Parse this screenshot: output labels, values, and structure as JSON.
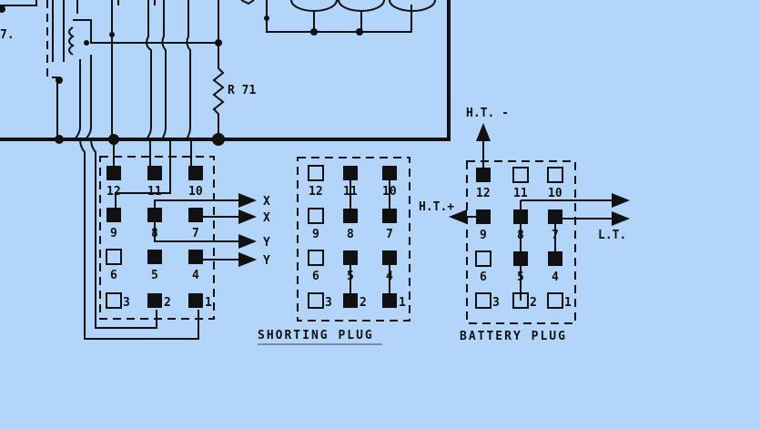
{
  "diagram": {
    "partial_label": "7.",
    "resistor_label": "R 71",
    "output_labels": [
      "X",
      "X",
      "Y",
      "Y"
    ],
    "left_plug_pins": [
      "12",
      "11",
      "10",
      "9",
      "8",
      "7",
      "6",
      "5",
      "4",
      "3",
      "2",
      "1"
    ],
    "shorting_plug": {
      "title": "SHORTING PLUG",
      "pins": [
        "12",
        "11",
        "10",
        "9",
        "8",
        "7",
        "6",
        "5",
        "4",
        "3",
        "2",
        "1"
      ]
    },
    "battery_plug": {
      "title": "BATTERY PLUG",
      "pins": [
        "12",
        "11",
        "10",
        "9",
        "8",
        "7",
        "6",
        "5",
        "4",
        "3",
        "2",
        "1"
      ],
      "ht_minus": "H.T. -",
      "ht_plus": "H.T.+",
      "lt": "L.T."
    }
  }
}
